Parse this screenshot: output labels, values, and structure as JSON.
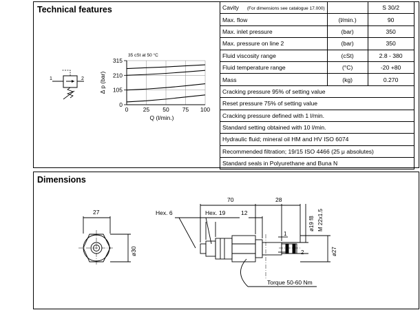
{
  "technical": {
    "title": "Technical features",
    "spec_rows": [
      {
        "label": "Cavity",
        "note": "(For dimensions see catalogue 17.000)",
        "unit": "",
        "value": "S 30/2"
      },
      {
        "label": "Max. flow",
        "unit": "(l/min.)",
        "value": "90"
      },
      {
        "label": "Max. inlet pressure",
        "unit": "(bar)",
        "value": "350"
      },
      {
        "label": "Max. pressure on line 2",
        "unit": "(bar)",
        "value": "350"
      },
      {
        "label": "Fluid viscosity range",
        "unit": "(cSt)",
        "value": "2.8 - 380"
      },
      {
        "label": "Fluid temperature range",
        "unit": "(°C)",
        "value": "-20 +80"
      },
      {
        "label": "Mass",
        "unit": "(kg)",
        "value": "0.270"
      }
    ],
    "notes": [
      "Cracking pressure 95% of setting value",
      "Reset pressure 75% of setting value",
      "Cracking pressure defined with 1 l/min.",
      "Standard setting obtained with 10 l/min.",
      "Hydraulic fluid; mineral oil HM and HV    ISO 6074",
      "Recommended filtration; 19/15 ISO 4466 (25 μ absolutes)",
      "Standard seals in Polyurethane and Buna N"
    ]
  },
  "symbol": {
    "port1": "1",
    "port2": "2"
  },
  "chart_data": {
    "type": "line",
    "title": "35 cSt at 50 °C",
    "xlabel": "Q (l/min.)",
    "ylabel": "Δ p (bar)",
    "xlim": [
      0,
      100
    ],
    "ylim": [
      0,
      315
    ],
    "xticks": [
      0,
      25,
      50,
      75,
      100
    ],
    "yticks": [
      0,
      105,
      210,
      315
    ],
    "series": [
      {
        "x": [
          0,
          25,
          50,
          75,
          100
        ],
        "values": [
          20,
          28,
          40,
          55,
          70
        ]
      },
      {
        "x": [
          0,
          25,
          50,
          75,
          100
        ],
        "values": [
          105,
          112,
          122,
          135,
          150
        ]
      },
      {
        "x": [
          0,
          25,
          50,
          75,
          100
        ],
        "values": [
          210,
          216,
          224,
          234,
          245
        ]
      },
      {
        "x": [
          0,
          25,
          50,
          75,
          100
        ],
        "values": [
          258,
          264,
          270,
          278,
          285
        ]
      }
    ]
  },
  "dimensions": {
    "title": "Dimensions",
    "d27": "27",
    "d30": "ø30",
    "hex6": "Hex. 6",
    "hex19": "Hex. 19",
    "d70": "70",
    "d28": "28",
    "d12": "12",
    "d19f8": "ø19 f8",
    "m22": "M 22x1.5",
    "d27b": "ø27",
    "port1": "1",
    "port2": "2",
    "torque": "Torque 50-60 Nm"
  }
}
